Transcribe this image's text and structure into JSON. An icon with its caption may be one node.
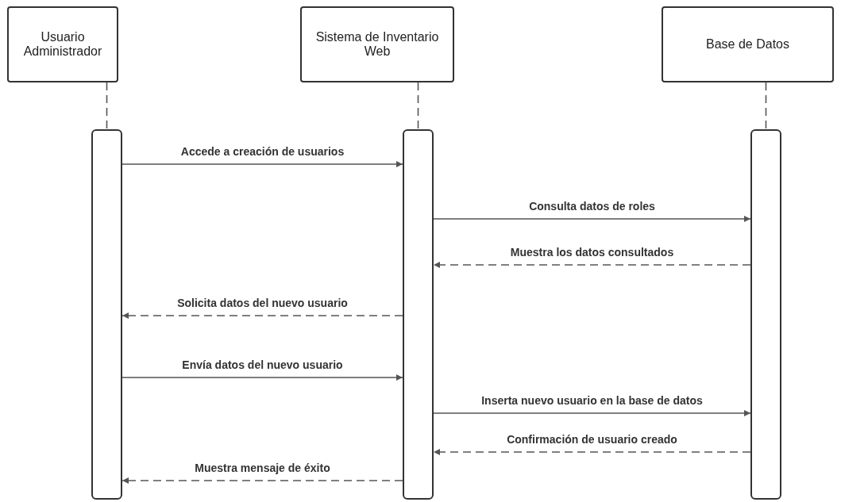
{
  "diagram": {
    "nodes": [
      {
        "text": [
          "Usuario Administrador"
        ]
      },
      {
        "text": [
          "Sistema de Inventario Web"
        ]
      },
      {
        "text": [
          "Base de Datos"
        ]
      },
      {
        "text": [],
        "shape": "bar"
      },
      {
        "text": [],
        "shape": "bar"
      },
      {
        "text": [],
        "shape": "bar"
      }
    ],
    "edges": [
      {
        "from": 0,
        "to": 3,
        "arrow": "none",
        "style": "dashed"
      },
      {
        "from": 1,
        "to": 4,
        "arrow": "none",
        "style": "dashed"
      },
      {
        "from": 2,
        "to": 5,
        "arrow": "none",
        "style": "dashed"
      },
      {
        "from": 3,
        "to": 4,
        "arrow": "to",
        "label": "Accede a creación de usuarios"
      },
      {
        "from": 4,
        "to": 5,
        "arrow": "to",
        "label": "Consulta datos de roles"
      },
      {
        "from": 5,
        "to": 4,
        "arrow": "to",
        "label": "Muestra los datos consultados",
        "style": "dashed"
      },
      {
        "from": 4,
        "to": 3,
        "arrow": "to",
        "label": "Solicita datos del nuevo usuario",
        "style": "dashed"
      },
      {
        "from": 3,
        "to": 4,
        "arrow": "to",
        "label": "Envía datos del nuevo usuario"
      },
      {
        "from": 4,
        "to": 5,
        "arrow": "to",
        "label": "Inserta nuevo usuario en la base de datos"
      },
      {
        "from": 5,
        "to": 4,
        "arrow": "to",
        "label": "Confirmación de usuario creado",
        "style": "dashed"
      },
      {
        "from": 4,
        "to": 3,
        "arrow": "to",
        "label": "Muestra mensaje de éxito",
        "style": "dashed"
      }
    ]
  }
}
